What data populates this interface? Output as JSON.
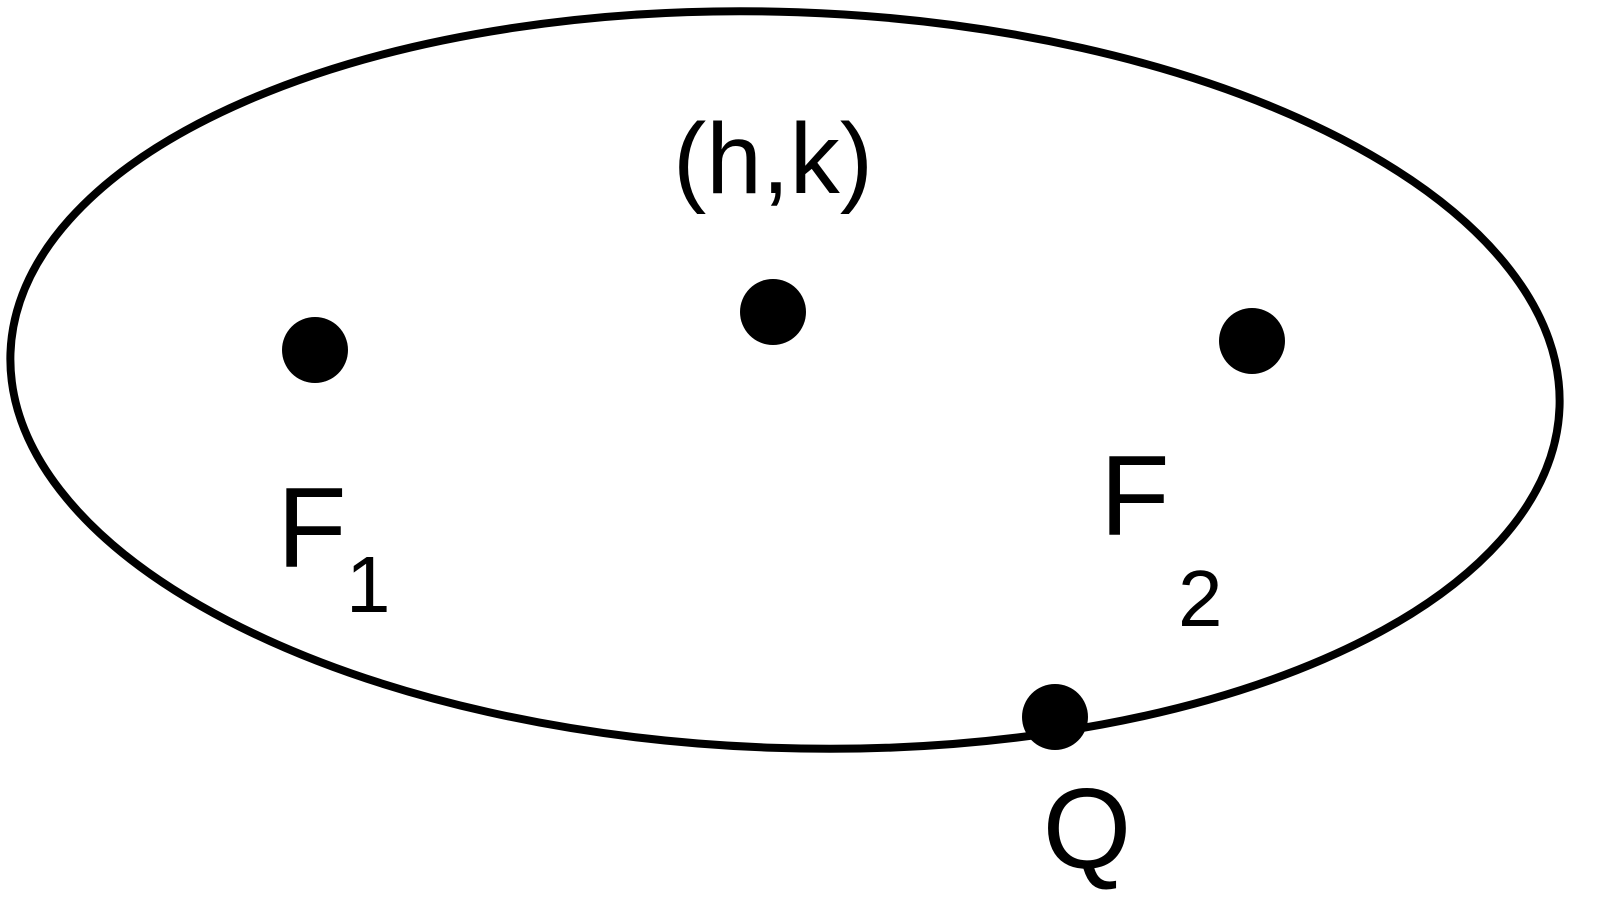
{
  "diagram": {
    "center_label": "(h,k)",
    "focus1": {
      "letter": "F",
      "subscript": "1"
    },
    "focus2": {
      "letter": "F",
      "subscript": "2"
    },
    "point_label": "Q"
  },
  "colors": {
    "stroke": "#000000",
    "background": "#ffffff"
  }
}
